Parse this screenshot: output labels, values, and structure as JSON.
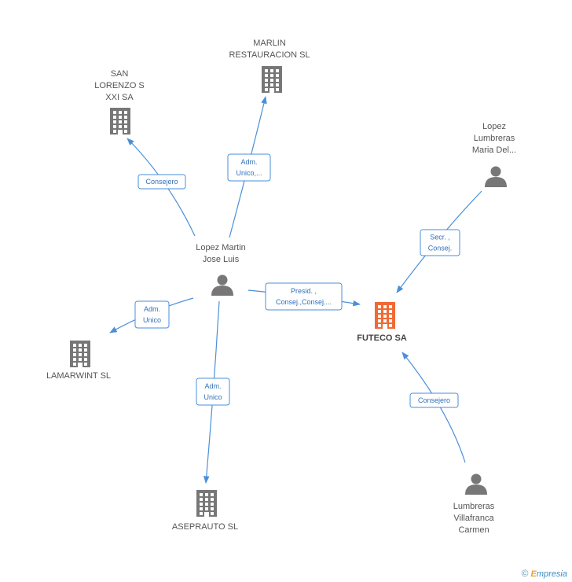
{
  "nodes": [
    {
      "id": "marlin",
      "type": "company",
      "lines": [
        "MARLIN",
        "RESTAURACION SL"
      ]
    },
    {
      "id": "sanlorenzo",
      "type": "company",
      "lines": [
        "SAN",
        "LORENZO S",
        "XXI SA"
      ]
    },
    {
      "id": "lopezlumbreras",
      "type": "person",
      "lines": [
        "Lopez",
        "Lumbreras",
        "Maria Del..."
      ]
    },
    {
      "id": "lopezmartin",
      "type": "person",
      "lines": [
        "Lopez Martin",
        "Jose Luis"
      ]
    },
    {
      "id": "futeco",
      "type": "company",
      "main": true,
      "lines": [
        "FUTECO SA"
      ]
    },
    {
      "id": "lamarwint",
      "type": "company",
      "lines": [
        "LAMARWINT SL"
      ]
    },
    {
      "id": "aseprauto",
      "type": "company",
      "lines": [
        "ASEPRAUTO SL"
      ]
    },
    {
      "id": "lumbreras",
      "type": "person",
      "lines": [
        "Lumbreras",
        "Villafranca",
        "Carmen"
      ]
    }
  ],
  "edges": [
    {
      "from": "lopezmartin",
      "to": "sanlorenzo",
      "lines": [
        "Consejero"
      ]
    },
    {
      "from": "lopezmartin",
      "to": "marlin",
      "lines": [
        "Adm.",
        "Unico,..."
      ]
    },
    {
      "from": "lopezmartin",
      "to": "futeco",
      "lines": [
        "Presid. ,",
        "Consej.,Consej...."
      ]
    },
    {
      "from": "lopezmartin",
      "to": "lamarwint",
      "lines": [
        "Adm.",
        "Unico"
      ]
    },
    {
      "from": "lopezmartin",
      "to": "aseprauto",
      "lines": [
        "Adm.",
        "Unico"
      ]
    },
    {
      "from": "lopezlumbreras",
      "to": "futeco",
      "lines": [
        "Secr. ,",
        "Consej."
      ]
    },
    {
      "from": "lumbreras",
      "to": "futeco",
      "lines": [
        "Consejero"
      ]
    }
  ],
  "colors": {
    "company": "#777777",
    "main_company": "#f06a35",
    "person": "#777777",
    "edge": "#4a8fd9",
    "edge_text": "#2f6fb8"
  },
  "footer": {
    "copyright": "©",
    "brand_initial": "E",
    "brand_rest": "mpresia"
  }
}
